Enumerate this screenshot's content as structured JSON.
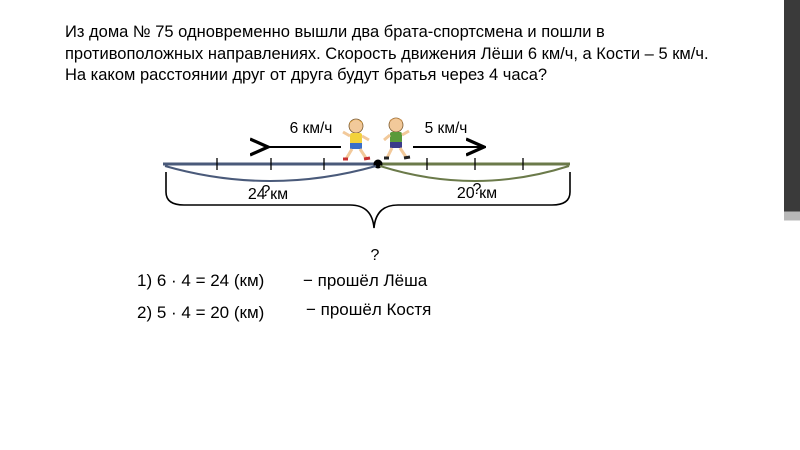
{
  "problem": {
    "lines": [
      "Из дома № 75 одновременно вышли два брата-спортсмена и пошли в",
      "противоположных направлениях. Скорость движения Лёши 6 км/ч, а Кости – 5 км/ч.",
      "На каком расстоянии друг от друга будут братья  через 4 часа?"
    ]
  },
  "diagram": {
    "left_speed": "6 км/ч",
    "right_speed": "5 км/ч",
    "left_distance": "24 км",
    "right_distance": "20 км",
    "left_question": "?",
    "right_question": "?",
    "total_question": "?",
    "left_color": "#4a5a7a",
    "right_color": "#6b7a4a"
  },
  "solution": {
    "step1": "1) 6 · 4 = 24 (км)",
    "step1_note": "− прошёл Лёша",
    "step2": "2) 5 · 4 = 20 (км)",
    "step2_note": "− прошёл Костя"
  }
}
